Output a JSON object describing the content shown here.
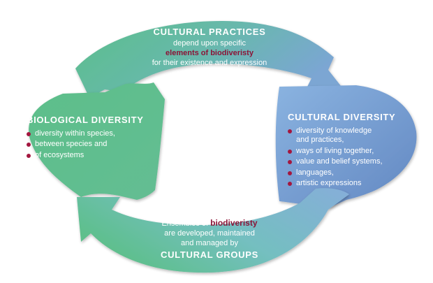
{
  "top_arrow": {
    "title": "CULTURAL PRACTICES",
    "line1": "depend upon specific",
    "highlight": "elements of biodiveristy",
    "line3": "for their existence and expression"
  },
  "left_arrow": {
    "title": "BIOLOGICAL DIVERSITY",
    "items": [
      "diversity within species,",
      "between species and",
      "of ecosystems"
    ]
  },
  "right_arrow": {
    "title": "CULTURAL DIVERSITY",
    "items": [
      "diversity of knowledge and practices,",
      "ways of living together,",
      "value and belief systems,",
      "languages,",
      "artistic expressions"
    ]
  },
  "bottom_arrow": {
    "line1_prefix": "Ensembles of ",
    "highlight": "biodiveristy",
    "line2": "are developed, maintained",
    "line3": "and managed by",
    "title": "CULTURAL GROUPS"
  },
  "colors": {
    "green": "#5cbf8a",
    "blue": "#6f95cc",
    "highlight": "#8b1437",
    "bullet": "#a3173f"
  }
}
